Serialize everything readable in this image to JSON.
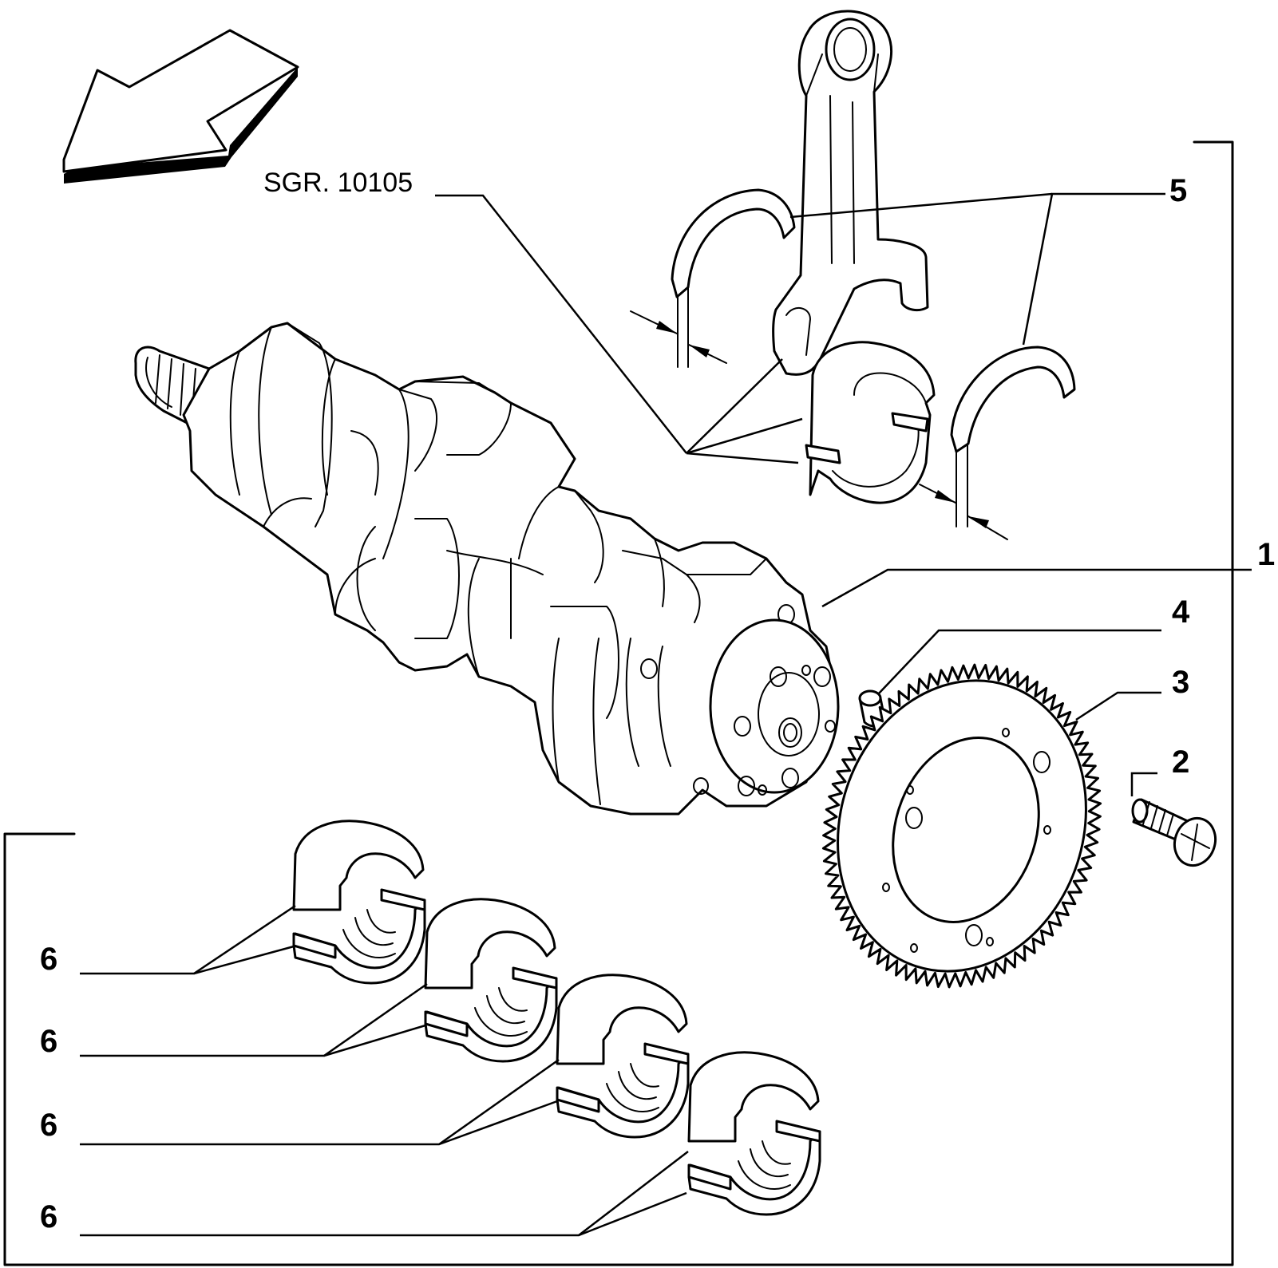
{
  "reference": "SGR. 10105",
  "callouts": {
    "c1": "1",
    "c2": "2",
    "c3": "3",
    "c4": "4",
    "c5": "5",
    "c6a": "6",
    "c6b": "6",
    "c6c": "6",
    "c6d": "6"
  },
  "parts": [
    {
      "id": "1",
      "name": "crankshaft"
    },
    {
      "id": "2",
      "name": "screw"
    },
    {
      "id": "3",
      "name": "gear"
    },
    {
      "id": "4",
      "name": "dowel bushing"
    },
    {
      "id": "5",
      "name": "thrust half-rings"
    },
    {
      "id": "6",
      "name": "main bearing shells"
    }
  ]
}
